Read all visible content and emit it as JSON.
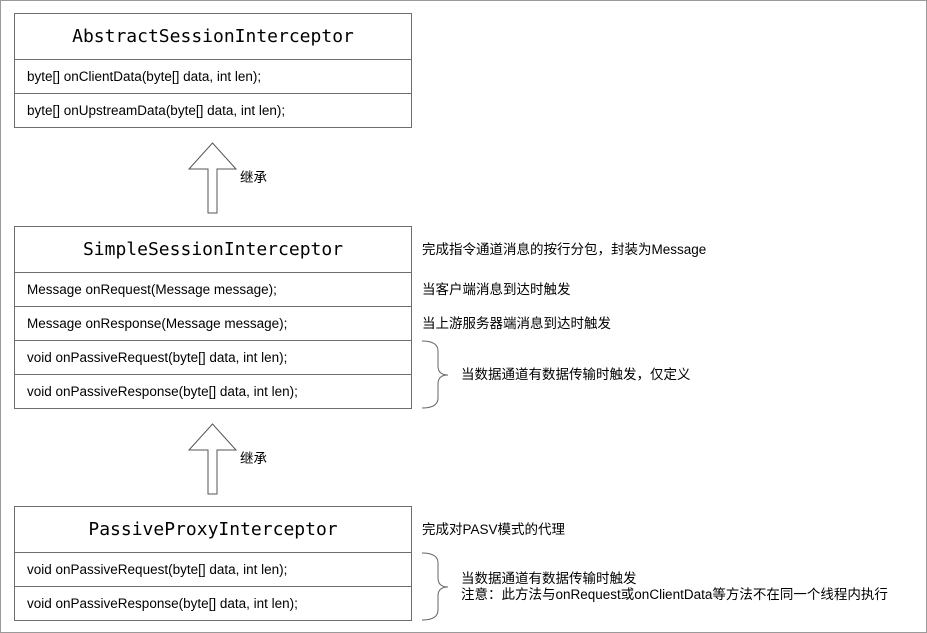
{
  "classes": [
    {
      "name": "AbstractSessionInterceptor",
      "methods": [
        "byte[] onClientData(byte[] data, int len);",
        "byte[] onUpstreamData(byte[] data, int len);"
      ]
    },
    {
      "name": "SimpleSessionInterceptor",
      "methods": [
        "Message onRequest(Message message);",
        "Message onResponse(Message message);",
        "void onPassiveRequest(byte[] data, int len);",
        "void onPassiveResponse(byte[] data, int len);"
      ]
    },
    {
      "name": "PassiveProxyInterceptor",
      "methods": [
        "void onPassiveRequest(byte[] data, int len);",
        "void onPassiveResponse(byte[] data, int len);"
      ]
    }
  ],
  "arrows": [
    {
      "label": "继承"
    },
    {
      "label": "继承"
    }
  ],
  "notes": {
    "simple_class": "完成指令通道消息的按行分包，封装为Message",
    "on_request": "当客户端消息到达时触发",
    "on_response": "当上游服务器端消息到达时触发",
    "simple_passive": "当数据通道有数据传输时触发，仅定义",
    "passive_class": "完成对PASV模式的代理",
    "passive_methods_line1": "当数据通道有数据传输时触发",
    "passive_methods_line2": "注意：此方法与onRequest或onClientData等方法不在同一个线程内执行"
  }
}
